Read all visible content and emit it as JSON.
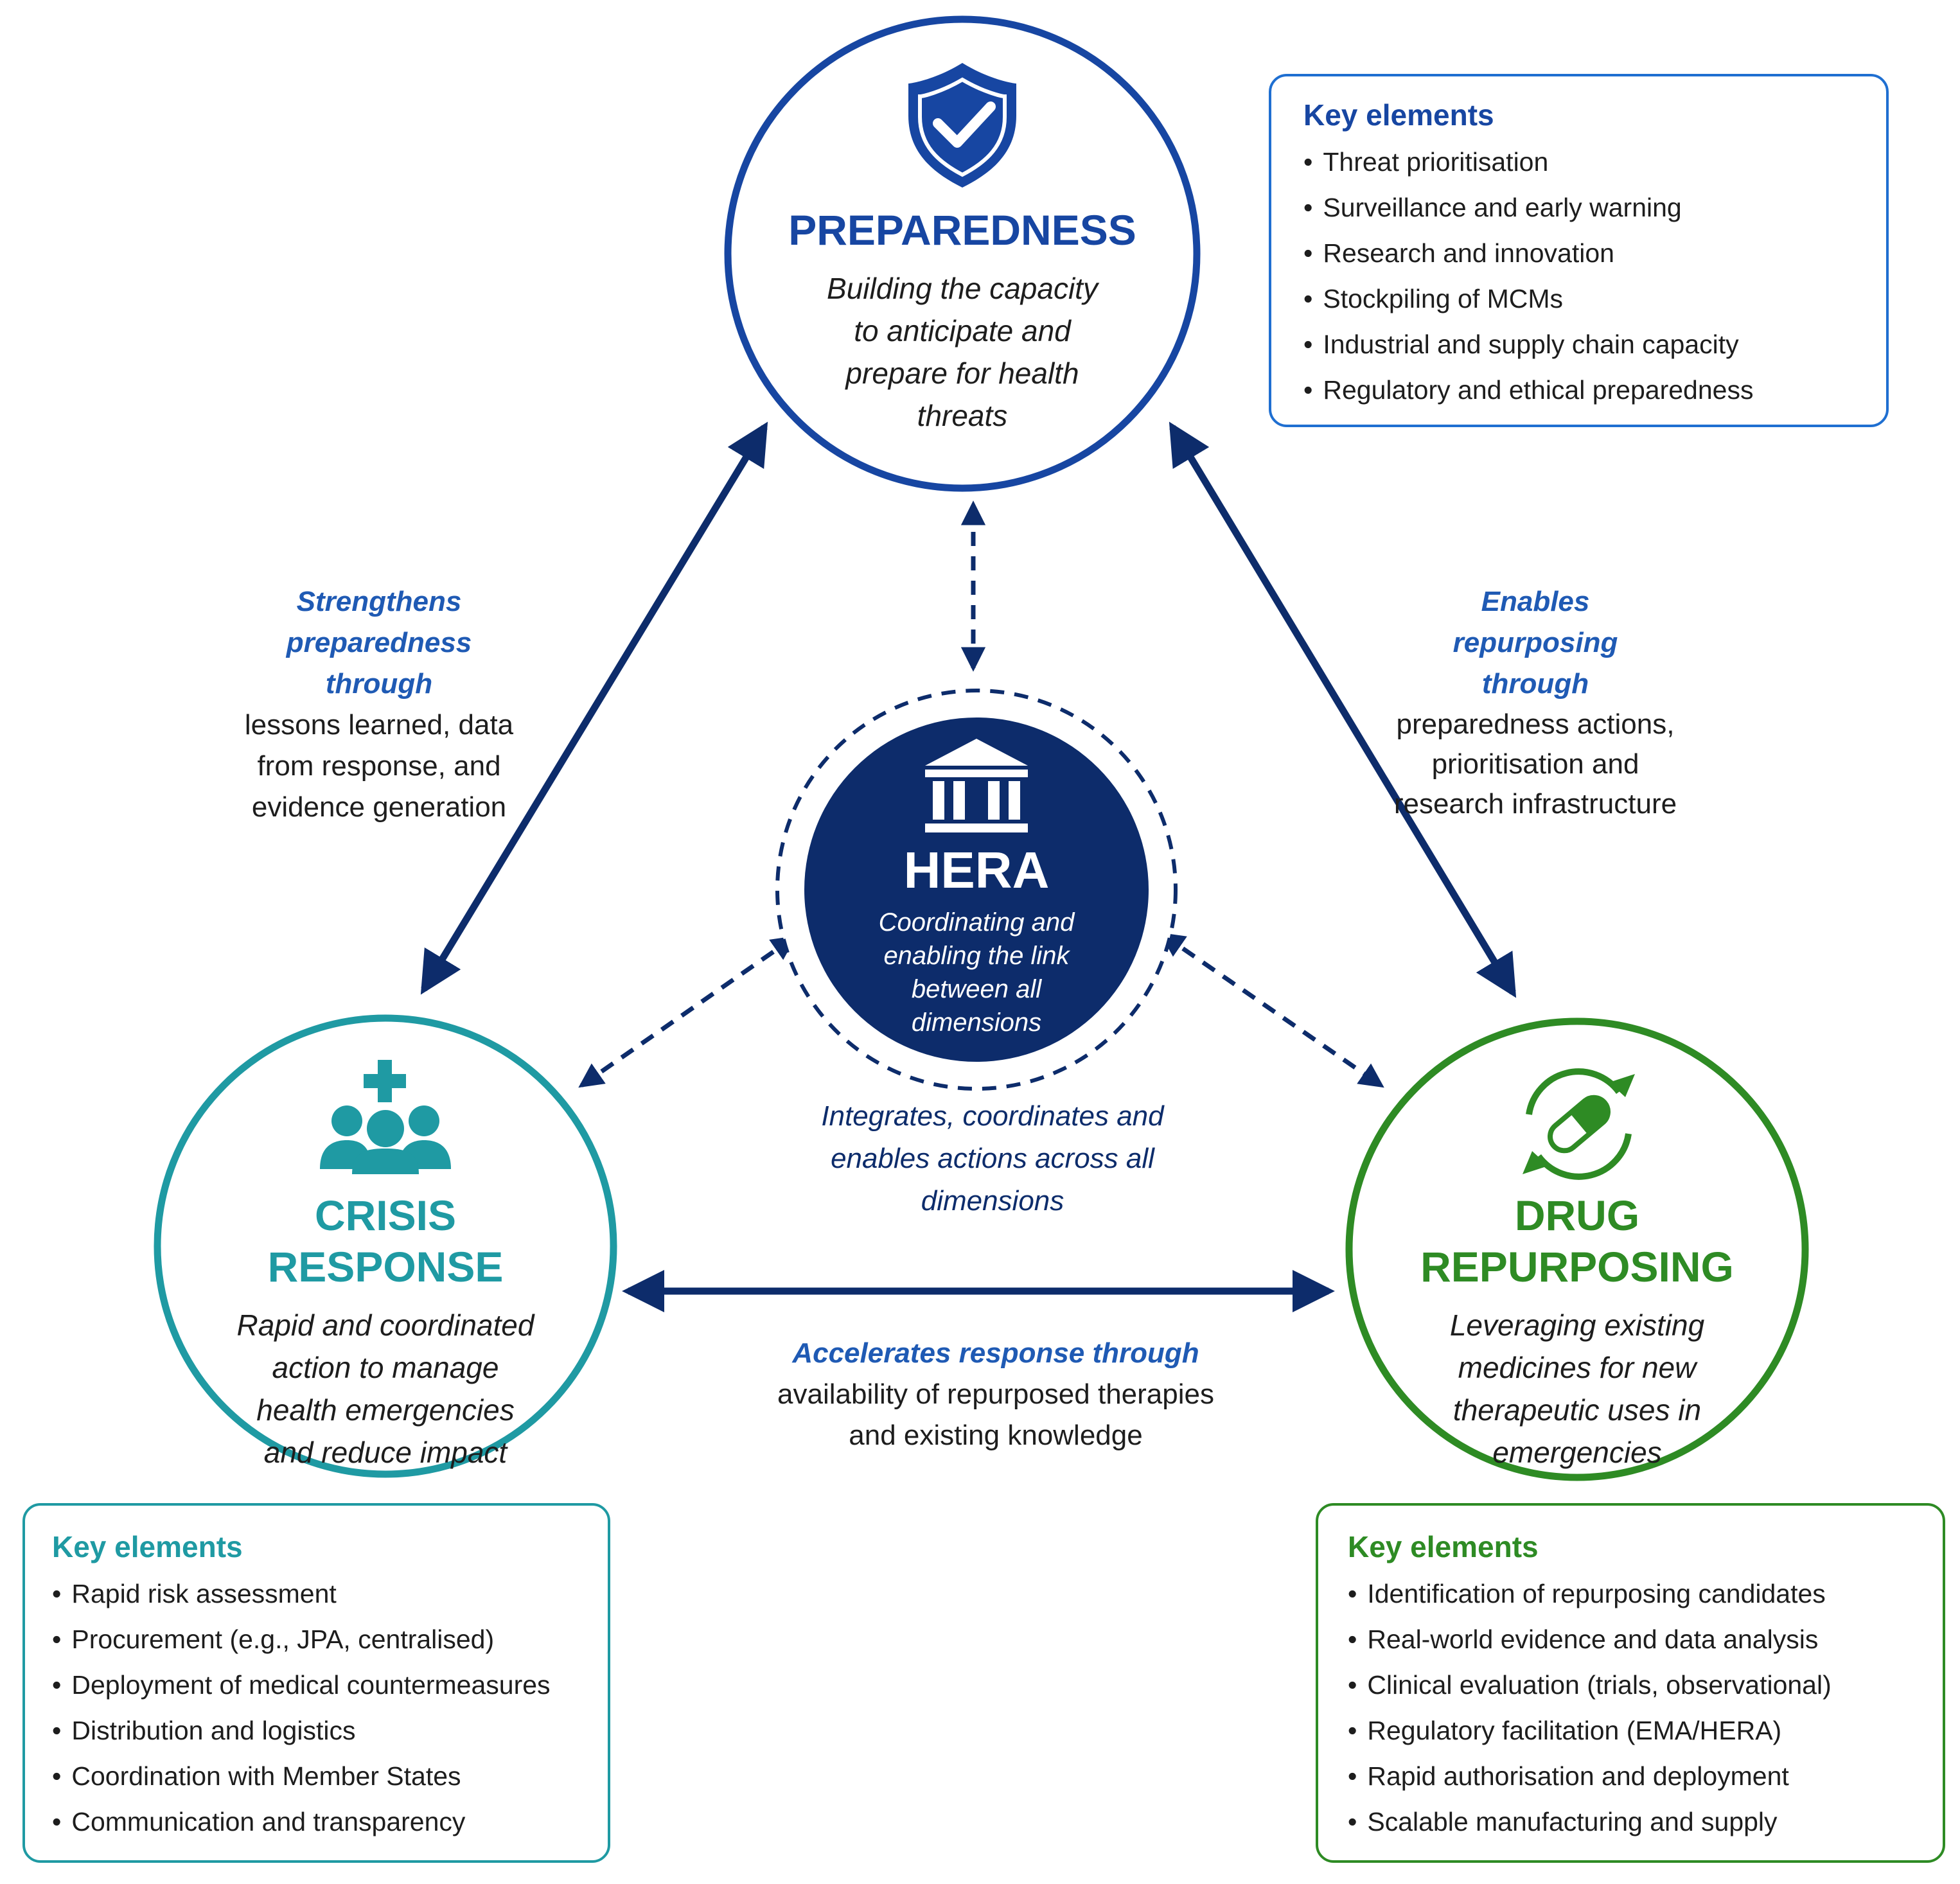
{
  "colors": {
    "preparedness": "#1746a2",
    "crisis": "#1f9aa3",
    "repurposing": "#2e8b24",
    "hera": "#0d2c6b",
    "arrow": "#0d2c6b",
    "accent_text": "#1f5ab4",
    "body_text": "#1d1d1d"
  },
  "hera": {
    "title": "HERA",
    "description": "Coordinating and enabling the link between all dimensions",
    "icon": "bank-building-icon"
  },
  "preparedness": {
    "title": "PREPAREDNESS",
    "description": "Building the capacity to anticipate and prepare for health threats",
    "icon": "shield-check-icon",
    "key_elements": {
      "heading": "Key elements",
      "items": [
        "Threat prioritisation",
        "Surveillance and early warning",
        "Research and innovation",
        "Stockpiling of MCMs",
        "Industrial and supply chain capacity",
        "Regulatory and ethical preparedness"
      ]
    }
  },
  "crisis_response": {
    "title": "CRISIS RESPONSE",
    "description": "Rapid and coordinated action to manage health emergencies and reduce impact",
    "icon": "medical-team-icon",
    "key_elements": {
      "heading": "Key elements",
      "items": [
        "Rapid risk assessment",
        "Procurement (e.g., JPA, centralised)",
        "Deployment of medical countermeasures",
        "Distribution and logistics",
        "Coordination with Member States",
        "Communication and transparency"
      ]
    }
  },
  "drug_repurposing": {
    "title": "DRUG REPURPOSING",
    "description": "Leveraging existing medicines for new therapeutic uses in emergencies",
    "icon": "pill-cycle-icon",
    "key_elements": {
      "heading": "Key elements",
      "items": [
        "Identification of repurposing candidates",
        "Real-world evidence and data analysis",
        "Clinical evaluation (trials, observational)",
        "Regulatory facilitation (EMA/HERA)",
        "Rapid authorisation and deployment",
        "Scalable manufacturing and supply"
      ]
    }
  },
  "links": {
    "crisis_to_preparedness": {
      "heading": "Strengthens preparedness through",
      "body": "lessons learned, data from response, and evidence generation"
    },
    "preparedness_to_repurposing": {
      "heading": "Enables repurposing through",
      "body": "preparedness actions, prioritisation and research infrastructure"
    },
    "repurposing_to_crisis": {
      "heading": "Accelerates response through",
      "body": "availability of repurposed therapies and existing knowledge"
    },
    "hera_caption": "Integrates, coordinates and enables actions across all dimensions"
  }
}
